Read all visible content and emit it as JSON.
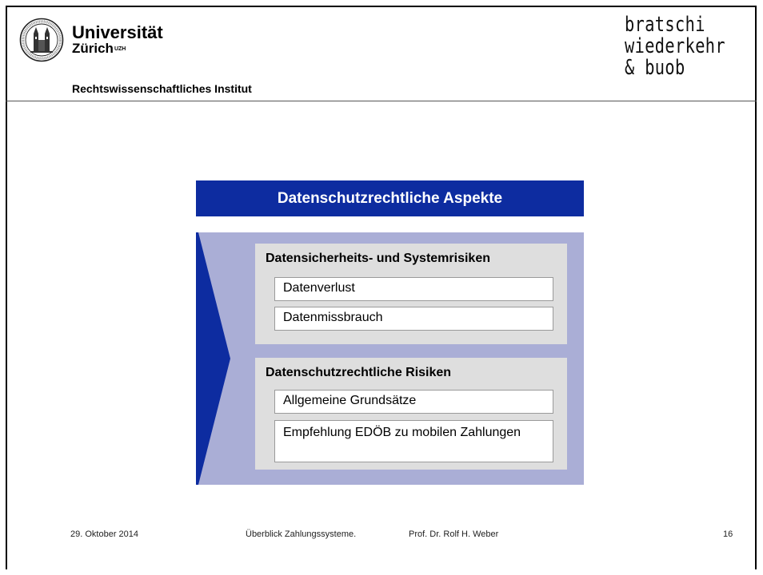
{
  "header": {
    "university_name": "Universität",
    "university_city": "Zürich",
    "university_suffix": "UZH",
    "institute": "Rechtswissenschaftliches Institut",
    "law_firm_logo": [
      "bratschi",
      "wiederkehr",
      "& buob"
    ]
  },
  "slide": {
    "title": "Datenschutzrechtliche Aspekte",
    "groups": [
      {
        "title": "Datensicherheits- und Systemrisiken",
        "items": [
          "Datenverlust",
          "Datenmissbrauch"
        ]
      },
      {
        "title": "Datenschutzrechtliche Risiken",
        "items": [
          "Allgemeine Grundsätze",
          "Empfehlung EDÖB zu mobilen Zahlungen"
        ]
      }
    ],
    "colors": {
      "title_bar": "#0d2ca0",
      "panel": "#aaaed6",
      "arrow": "#0d2ca0",
      "group_bg": "#dedede"
    }
  },
  "footer": {
    "date": "29. Oktober 2014",
    "title": "Überblick Zahlungssysteme.",
    "author": "Prof. Dr. Rolf H. Weber",
    "page": "16"
  }
}
